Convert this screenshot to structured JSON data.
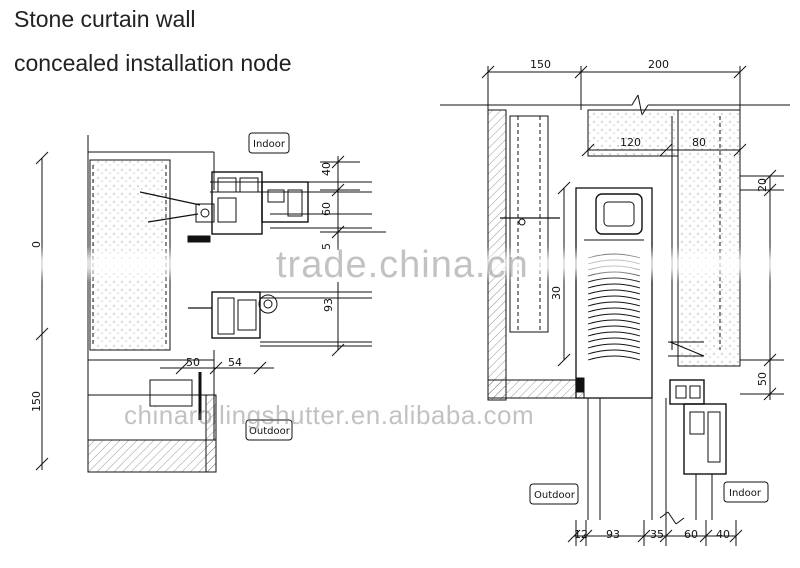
{
  "title": {
    "line1": "Stone curtain wall",
    "line2": "concealed installation node"
  },
  "left_node": {
    "labels": {
      "indoor": "Indoor",
      "outdoor": "Outdoor"
    },
    "dims": {
      "d40": "40",
      "d60": "60",
      "d5": "5",
      "d93": "93",
      "d50": "50",
      "d54": "54",
      "d150": "150",
      "d0": "0"
    }
  },
  "right_node": {
    "labels": {
      "indoor": "Indoor",
      "outdoor": "Outdoor"
    },
    "dims_top": {
      "d150": "150",
      "d200": "200",
      "d120": "120",
      "d80": "80"
    },
    "dims_side": {
      "d20": "20",
      "d50": "50",
      "d30": "30"
    },
    "dims_bottom": {
      "d12": "12",
      "d93": "93",
      "d35": "35",
      "d60": "60",
      "d40": "40"
    }
  },
  "watermarks": {
    "main": "trade.china.cn",
    "secondary": "chinarollingshutter.en.alibaba.com"
  },
  "colors": {
    "line": "#111111",
    "hatch": "#555555"
  }
}
